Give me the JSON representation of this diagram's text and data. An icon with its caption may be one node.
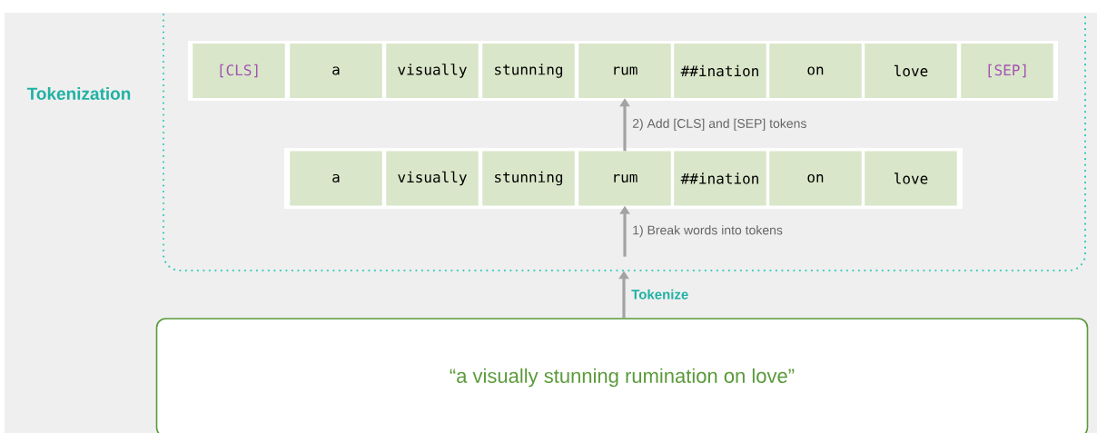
{
  "diagram": {
    "nodes": [
      {
        "text": [
          "Tokenization"
        ]
      },
      {
        "text": [
          "[CLS]"
        ],
        "in": 0
      },
      {
        "text": [
          "a"
        ],
        "in": 0
      },
      {
        "text": [
          "visually"
        ],
        "in": 0
      },
      {
        "text": [
          "stunning"
        ],
        "in": 0
      },
      {
        "text": [
          "rum"
        ],
        "in": 0
      },
      {
        "text": [
          "##ination"
        ],
        "in": 0
      },
      {
        "text": [
          "on"
        ],
        "in": 0
      },
      {
        "text": [
          "love"
        ],
        "in": 0
      },
      {
        "text": [
          "[SEP]"
        ],
        "in": 0
      },
      {
        "text": [
          "a"
        ],
        "in": 0
      },
      {
        "text": [
          "visually"
        ],
        "in": 0
      },
      {
        "text": [
          "stunning"
        ],
        "in": 0
      },
      {
        "text": [
          "rum"
        ],
        "in": 0
      },
      {
        "text": [
          "##ination"
        ],
        "in": 0
      },
      {
        "text": [
          "on"
        ],
        "in": 0
      },
      {
        "text": [
          "love"
        ],
        "in": 0
      },
      {
        "text": [
          "“a visually stunning rumination on love”"
        ]
      }
    ],
    "edges": [
      {
        "from": null,
        "to": 13,
        "arrow": "to",
        "label": "1) Break words into tokens"
      },
      {
        "from": 13,
        "to": 5,
        "arrow": "to",
        "label": "2) Add [CLS] and [SEP] tokens"
      },
      {
        "from": 17,
        "to": 0,
        "arrow": "to",
        "label": "Tokenize"
      }
    ]
  }
}
